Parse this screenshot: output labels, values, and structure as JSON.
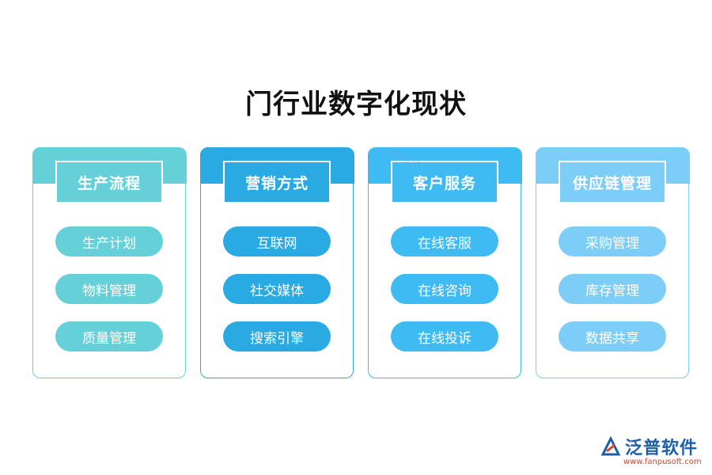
{
  "title": "门行业数字化现状",
  "columns": [
    {
      "heading": "生产流程",
      "items": [
        "生产计划",
        "物料管理",
        "质量管理"
      ],
      "color": "#66d0d9"
    },
    {
      "heading": "营销方式",
      "items": [
        "互联网",
        "社交媒体",
        "搜索引擎"
      ],
      "color": "#29aae3"
    },
    {
      "heading": "客户服务",
      "items": [
        "在线客服",
        "在线咨询",
        "在线投诉"
      ],
      "color": "#3dbbf2"
    },
    {
      "heading": "供应链管理",
      "items": [
        "采购管理",
        "库存管理",
        "数据共享"
      ],
      "color": "#7ccdf7"
    }
  ],
  "logo": {
    "name": "泛普软件",
    "url": "www.fanpusoft.com",
    "icon": "fanpu-logo-icon"
  },
  "watermark": "泛普软件"
}
